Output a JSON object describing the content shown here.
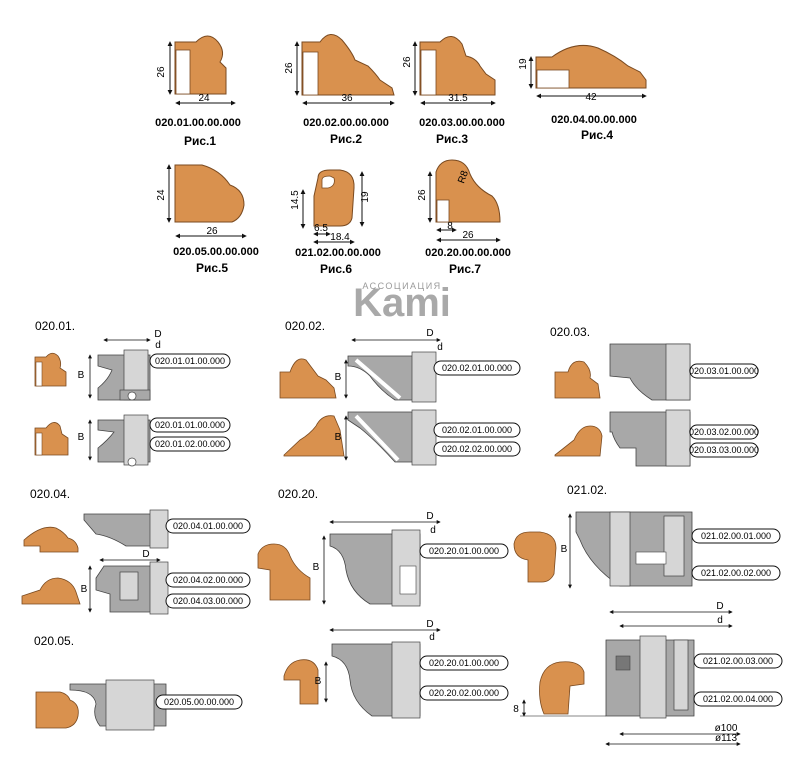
{
  "logo": {
    "top_text": "АССОЦИАЦИЯ",
    "main_text": "Kami"
  },
  "profiles": [
    {
      "code": "020.01.00.00.000",
      "fig": "Рис.1",
      "dims": [
        "26",
        "24"
      ]
    },
    {
      "code": "020.02.00.00.000",
      "fig": "Рис.2",
      "dims": [
        "26",
        "36"
      ]
    },
    {
      "code": "020.03.00.00.000",
      "fig": "Рис.3",
      "dims": [
        "26",
        "31.5"
      ]
    },
    {
      "code": "020.04.00.00.000",
      "fig": "Рис.4",
      "dims": [
        "19",
        "42"
      ]
    },
    {
      "code": "020.05.00.00.000",
      "fig": "Рис.5",
      "dims": [
        "24",
        "26"
      ]
    },
    {
      "code": "021.02.00.00.000",
      "fig": "Рис.6",
      "dims": [
        "14.5",
        "19",
        "6.5",
        "18.4"
      ]
    },
    {
      "code": "020.20.00.00.000",
      "fig": "Рис.7",
      "dims": [
        "26",
        "R8",
        "8",
        "26"
      ]
    }
  ],
  "sections": [
    {
      "title": "020.01.",
      "dims": [
        "D",
        "d",
        "B",
        "B"
      ],
      "tags": [
        "020.01.01.00.000",
        "020.01.01.00.000",
        "020.01.02.00.000"
      ]
    },
    {
      "title": "020.02.",
      "dims": [
        "D",
        "d",
        "B",
        "B"
      ],
      "tags": [
        "020.02.01.00.000",
        "020.02.01.00.000",
        "020.02.02.00.000"
      ]
    },
    {
      "title": "020.03.",
      "dims": [],
      "tags": [
        "020.03.01.00.000",
        "020.03.02.00.000",
        "020.03.03.00.000"
      ]
    },
    {
      "title": "020.04.",
      "dims": [
        "D",
        "B"
      ],
      "tags": [
        "020.04.01.00.000",
        "020.04.02.00.000",
        "020.04.03.00.000"
      ]
    },
    {
      "title": "020.20.",
      "dims": [
        "D",
        "d",
        "B"
      ],
      "tags": [
        "020.20.01.00.000"
      ]
    },
    {
      "title": "021.02.",
      "dims": [
        "B"
      ],
      "tags": [
        "021.02.00.01.000",
        "021.02.00.02.000"
      ]
    },
    {
      "title": "020.05.",
      "dims": [],
      "tags": [
        "020.05.00.00.000"
      ]
    },
    {
      "title": "",
      "dims": [
        "D",
        "d",
        "B"
      ],
      "tags": [
        "020.20.01.00.000",
        "020.20.02.00.000"
      ]
    },
    {
      "title": "",
      "dims": [
        "D",
        "d",
        "8",
        "ø100",
        "ø113"
      ],
      "tags": [
        "021.02.00.03.000",
        "021.02.00.04.000"
      ]
    }
  ],
  "colors": {
    "wood": "#D9914E",
    "steel": "#A8A8A8",
    "light": "#D6D6D6"
  }
}
